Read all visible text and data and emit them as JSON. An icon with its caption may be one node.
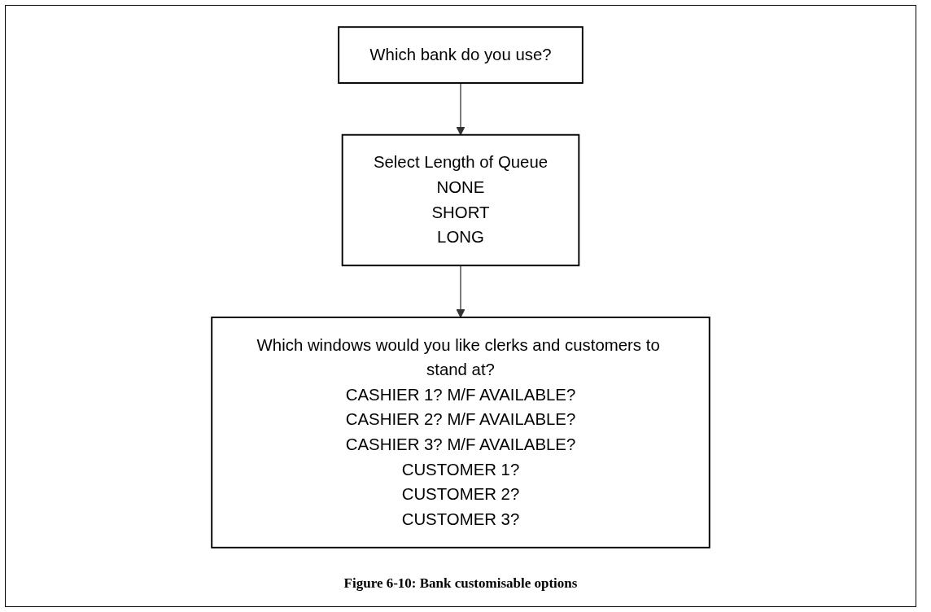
{
  "diagram": {
    "caption": "Figure 6-10: Bank customisable options",
    "nodes": [
      {
        "text": [
          "Which bank do you use?"
        ]
      },
      {
        "text": [
          "Select Length of Queue",
          "NONE",
          "SHORT",
          "LONG"
        ]
      },
      {
        "text": [
          "Which windows would you like clerks and customers to stand at?",
          "CASHIER 1? M/F AVAILABLE?",
          "CASHIER 2? M/F AVAILABLE?",
          "CASHIER 3? M/F AVAILABLE?",
          "CUSTOMER 1?",
          "CUSTOMER 2?",
          "CUSTOMER 3?"
        ]
      }
    ],
    "edges": [
      {
        "from": 0,
        "to": 1,
        "arrow": "to"
      },
      {
        "from": 1,
        "to": 2,
        "arrow": "to"
      }
    ]
  }
}
